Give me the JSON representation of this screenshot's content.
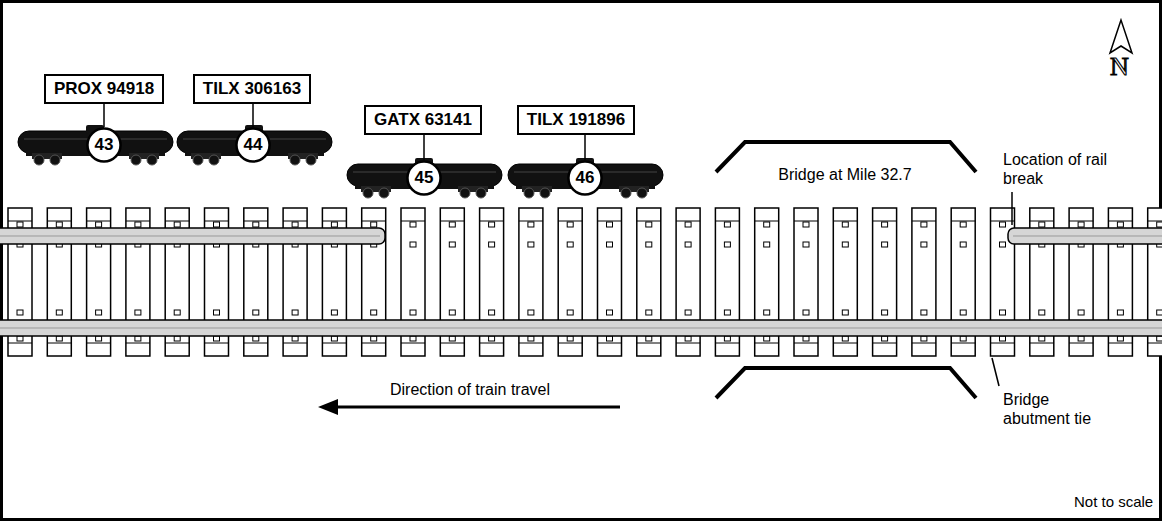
{
  "diagram": {
    "nodes": [
      {
        "text": [
          "PROX 94918"
        ]
      },
      {
        "text": [
          "TILX 306163"
        ]
      },
      {
        "text": [
          "GATX 63141"
        ]
      },
      {
        "text": [
          "TILX 191896"
        ]
      },
      {
        "text": [
          "43"
        ]
      },
      {
        "text": [
          "44"
        ]
      },
      {
        "text": [
          "45"
        ]
      },
      {
        "text": [
          "46"
        ]
      }
    ],
    "edges": [
      {
        "from": 0,
        "to": 4,
        "arrow": "none"
      },
      {
        "from": 1,
        "to": 5,
        "arrow": "none"
      },
      {
        "from": 2,
        "to": 6,
        "arrow": "none"
      },
      {
        "from": 3,
        "to": 7,
        "arrow": "none"
      }
    ],
    "labels": [
      "N",
      "Bridge at Mile 32.7",
      "Location of rail break",
      "Direction of train travel",
      "Bridge abutment tie",
      "Not to scale"
    ]
  }
}
